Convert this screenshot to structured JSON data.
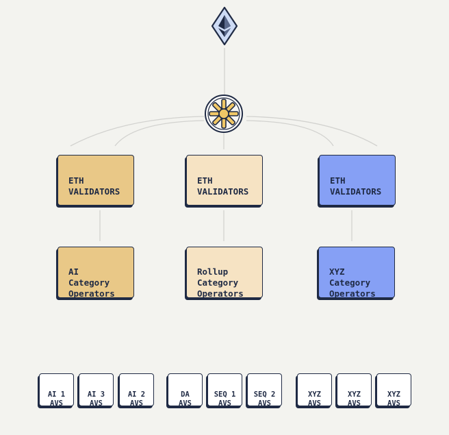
{
  "icons": {
    "top": "ethereum-diamond-icon",
    "hub": "sun-logo-icon"
  },
  "colors": {
    "gold": "#e9c887",
    "cream": "#f6e3c3",
    "blue": "#86a0f5",
    "ink": "#1f2a44",
    "background": "#f3f3ef"
  },
  "validators": [
    {
      "label": "ETH\nVALIDATORS"
    },
    {
      "label": "ETH\nVALIDATORS"
    },
    {
      "label": "ETH\nVALIDATORS"
    }
  ],
  "operators": [
    {
      "label": "AI\nCategory\nOperators"
    },
    {
      "label": "Rollup\nCategory\nOperators"
    },
    {
      "label": "XYZ\nCategory\nOperators"
    }
  ],
  "avs": [
    {
      "label": "AI 1\nAVS"
    },
    {
      "label": "AI 3\nAVS"
    },
    {
      "label": "AI 2\nAVS"
    },
    {
      "label": "DA\nAVS"
    },
    {
      "label": "SEQ 1\nAVS"
    },
    {
      "label": "SEQ 2\nAVS"
    },
    {
      "label": "XYZ\nAVS"
    },
    {
      "label": "XYZ\nAVS"
    },
    {
      "label": "XYZ\nAVS"
    }
  ]
}
